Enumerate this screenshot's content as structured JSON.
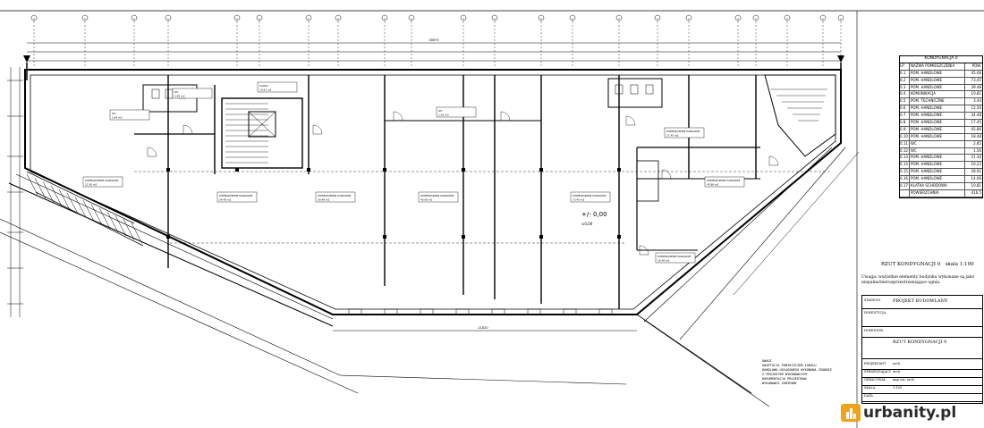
{
  "drawing": {
    "title": "RZUT KONDYGNACJI 0",
    "scale": "skala 1:100",
    "note": "Uwaga: wszystkie elementy budynku wykonane są jako niepalne/nierozprzestrzeniające ognia.",
    "level_mark": "+/- 0,00",
    "level_mark_2": "±0,00",
    "overall_dim": "28670",
    "bottom_dim": "21820"
  },
  "rooms": [
    {
      "label": "POMIESZCZENIE HANDLOWE",
      "area": "12.56 m2"
    },
    {
      "label": "POMIESZCZENIE HANDLOWE",
      "area": "34.48 m2"
    },
    {
      "label": "POMIESZCZENIE HANDLOWE",
      "area": "39.48 m2"
    },
    {
      "label": "POMIESZCZENIE HANDLOWE",
      "area": "45.06 m2"
    },
    {
      "label": "POMIESZCZENIE HANDLOWE",
      "area": "73.45 m2"
    },
    {
      "label": "POMIESZCZENIE HANDLOWE",
      "area": "17.45 m2"
    },
    {
      "label": "POMIESZCZENIE HANDLOWE",
      "area": "45.86 m2"
    },
    {
      "label": "POMIESZCZENIE HANDLOWE",
      "area": "18.48 m2"
    },
    {
      "label": "KLATKA",
      "area": "10.81 m2"
    },
    {
      "label": "WC",
      "area": "3.44 m2"
    },
    {
      "label": "WC",
      "area": "2.85 m2"
    },
    {
      "label": "WC",
      "area": "1.56 m2"
    }
  ],
  "schedule": {
    "header": "KONDYGNACJA 0",
    "col_lp": "LP",
    "col_name": "NAZWA POMIESZCZENIA",
    "col_area": "POW.",
    "rows": [
      {
        "lp": "0.1",
        "name": "POM. HANDLOWE",
        "area": "45.06"
      },
      {
        "lp": "0.2",
        "name": "POM. HANDLOWE",
        "area": "73.45"
      },
      {
        "lp": "0.3",
        "name": "POM. HANDLOWE",
        "area": "39.48"
      },
      {
        "lp": "0.4",
        "name": "KOMUNIKACJA",
        "area": "10.81"
      },
      {
        "lp": "0.5",
        "name": "POM. TECHNICZNE",
        "area": "3.44"
      },
      {
        "lp": "0.6",
        "name": "POM. HANDLOWE",
        "area": "12.56"
      },
      {
        "lp": "0.7",
        "name": "POM. HANDLOWE",
        "area": "34.48"
      },
      {
        "lp": "0.8",
        "name": "POM. HANDLOWE",
        "area": "17.45"
      },
      {
        "lp": "0.9",
        "name": "POM. HANDLOWE",
        "area": "45.86"
      },
      {
        "lp": "0.10",
        "name": "POM. HANDLOWE",
        "area": "18.48"
      },
      {
        "lp": "0.11",
        "name": "WC",
        "area": "2.85"
      },
      {
        "lp": "0.12",
        "name": "WC",
        "area": "1.56"
      },
      {
        "lp": "0.13",
        "name": "POM. HANDLOWE",
        "area": "21.30"
      },
      {
        "lp": "0.14",
        "name": "POM. HANDLOWE",
        "area": "16.22"
      },
      {
        "lp": "0.15",
        "name": "POM. HANDLOWE",
        "area": "28.91"
      },
      {
        "lp": "0.16",
        "name": "POM. HANDLOWE",
        "area": "14.06"
      },
      {
        "lp": "0.17",
        "name": "KLATKA SCHODOWA",
        "area": "10.81"
      },
      {
        "lp": "",
        "name": "POWIERZCHNIA",
        "area": "416.5"
      }
    ]
  },
  "title_block": {
    "stadium_label": "STADIUM",
    "stadium": "PROJEKT BUDOWLANY",
    "inwestycja_label": "INWESTYCJA",
    "inwestor_label": "INWESTOR",
    "tytul": "RZUT KONDYGNACJI 0",
    "rows": [
      {
        "label": "PROJEKTANT",
        "value": "arch."
      },
      {
        "label": "SPRAWDZAJĄCY",
        "value": "arch."
      },
      {
        "label": "OPRACOWAŁ",
        "value": "mgr inż. arch."
      },
      {
        "label": "SKALA",
        "value": "1:100"
      },
      {
        "label": "DATA",
        "value": ""
      }
    ]
  },
  "legend": {
    "heading": "UWAGI",
    "lines": [
      "ADAPTACJA POMIESZCZEŃ LOKALU",
      "HANDLOWO-USŁUGOWEGO WYKONANA ZGODNIE",
      "Z PROJEKTEM WYKONAWCZYM",
      "DOKUMENTACJA PROJEKTOWA",
      "WYKONAWCA ZAMIENNY"
    ]
  },
  "watermark": {
    "text": "urbanity.pl"
  }
}
